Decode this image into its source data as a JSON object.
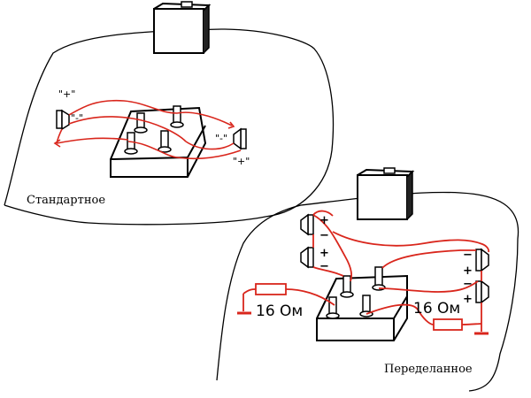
{
  "diagram_top": {
    "caption": "Стандартное",
    "speaker_left": {
      "plus": "\"+\"",
      "minus": "\"-\""
    },
    "speaker_right": {
      "minus": "\"-\"",
      "plus": "\"+\""
    }
  },
  "diagram_bottom": {
    "caption": "Переделанное",
    "speaker_left": {
      "top_plus": "+",
      "top_minus": "−",
      "bottom_plus": "+",
      "bottom_minus": "−"
    },
    "speaker_right": {
      "top_minus": "−",
      "top_plus": "+",
      "bottom_minus": "−",
      "bottom_plus": "+"
    },
    "resistor_left_label": "16 Ом",
    "resistor_right_label": "16 Ом"
  },
  "colors": {
    "wire": "#d9261c",
    "outline": "#000000",
    "background": "#ffffff"
  }
}
